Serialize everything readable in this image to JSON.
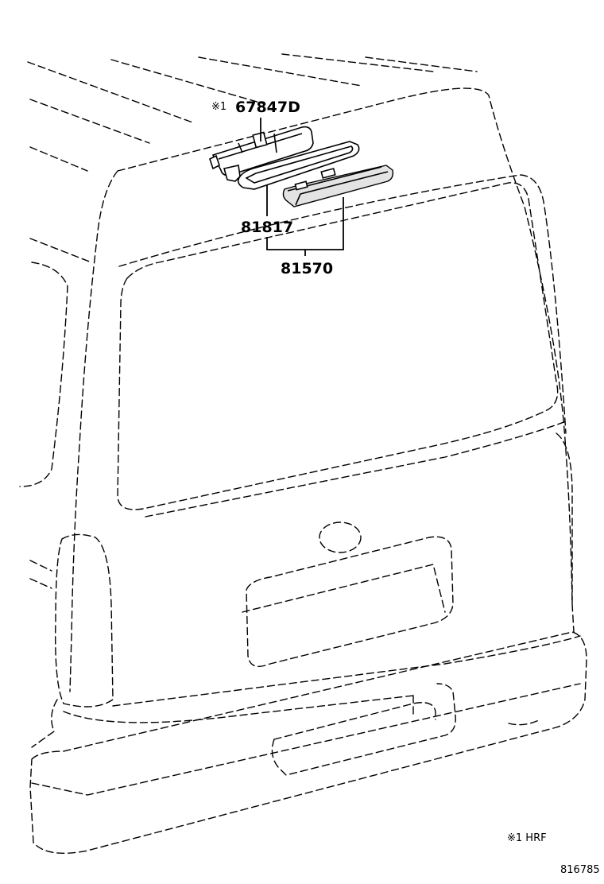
{
  "part_labels": {
    "bracket": {
      "marker": "※1",
      "number": "67847D"
    },
    "gasket": {
      "number": "81817"
    },
    "lamp_assembly": {
      "number": "81570"
    }
  },
  "footnote": "※1 HRF",
  "diagram_id": "816785"
}
